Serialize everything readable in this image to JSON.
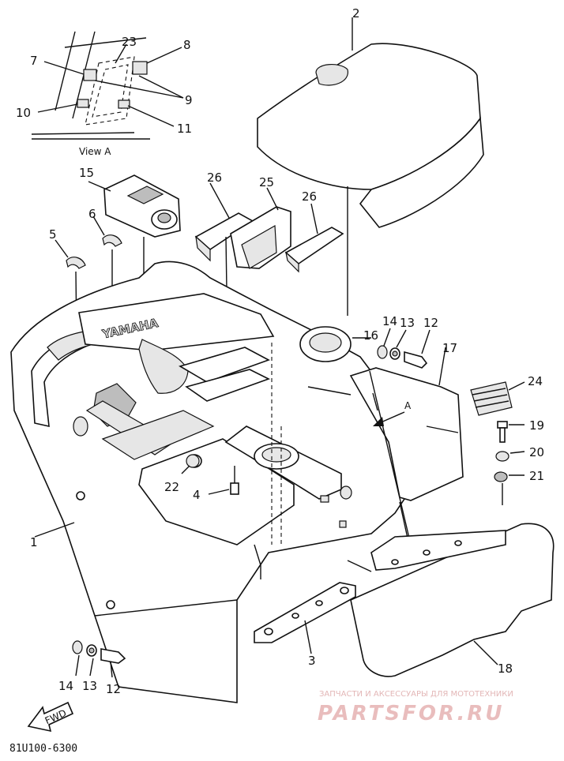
{
  "callouts": [
    {
      "id": "label-1",
      "text": "1"
    },
    {
      "id": "label-2",
      "text": "2"
    },
    {
      "id": "label-3",
      "text": "3"
    },
    {
      "id": "label-4",
      "text": "4"
    },
    {
      "id": "label-5",
      "text": "5"
    },
    {
      "id": "label-6",
      "text": "6"
    },
    {
      "id": "label-7",
      "text": "7"
    },
    {
      "id": "label-8",
      "text": "8"
    },
    {
      "id": "label-9",
      "text": "9"
    },
    {
      "id": "label-10",
      "text": "10"
    },
    {
      "id": "label-11",
      "text": "11"
    },
    {
      "id": "label-12a",
      "text": "12"
    },
    {
      "id": "label-12b",
      "text": "12"
    },
    {
      "id": "label-13a",
      "text": "13"
    },
    {
      "id": "label-13b",
      "text": "13"
    },
    {
      "id": "label-14a",
      "text": "14"
    },
    {
      "id": "label-14b",
      "text": "14"
    },
    {
      "id": "label-15",
      "text": "15"
    },
    {
      "id": "label-16",
      "text": "16"
    },
    {
      "id": "label-17",
      "text": "17"
    },
    {
      "id": "label-18",
      "text": "18"
    },
    {
      "id": "label-19",
      "text": "19"
    },
    {
      "id": "label-20",
      "text": "20"
    },
    {
      "id": "label-21",
      "text": "21"
    },
    {
      "id": "label-22",
      "text": "22"
    },
    {
      "id": "label-23",
      "text": "23"
    },
    {
      "id": "label-24",
      "text": "24"
    },
    {
      "id": "label-25",
      "text": "25"
    },
    {
      "id": "label-26a",
      "text": "26"
    },
    {
      "id": "label-26b",
      "text": "26"
    }
  ],
  "view_label": "View A",
  "arrow_label": "A",
  "fwd_label": "FWD",
  "logo_text": "YAMAHA",
  "part_code": "81U100-6300",
  "watermark": {
    "caption": "ЗАПЧАСТИ И АКСЕССУАРЫ ДЛЯ МОТОТЕХНИКИ",
    "brand": "PARTSFOR.RU"
  }
}
